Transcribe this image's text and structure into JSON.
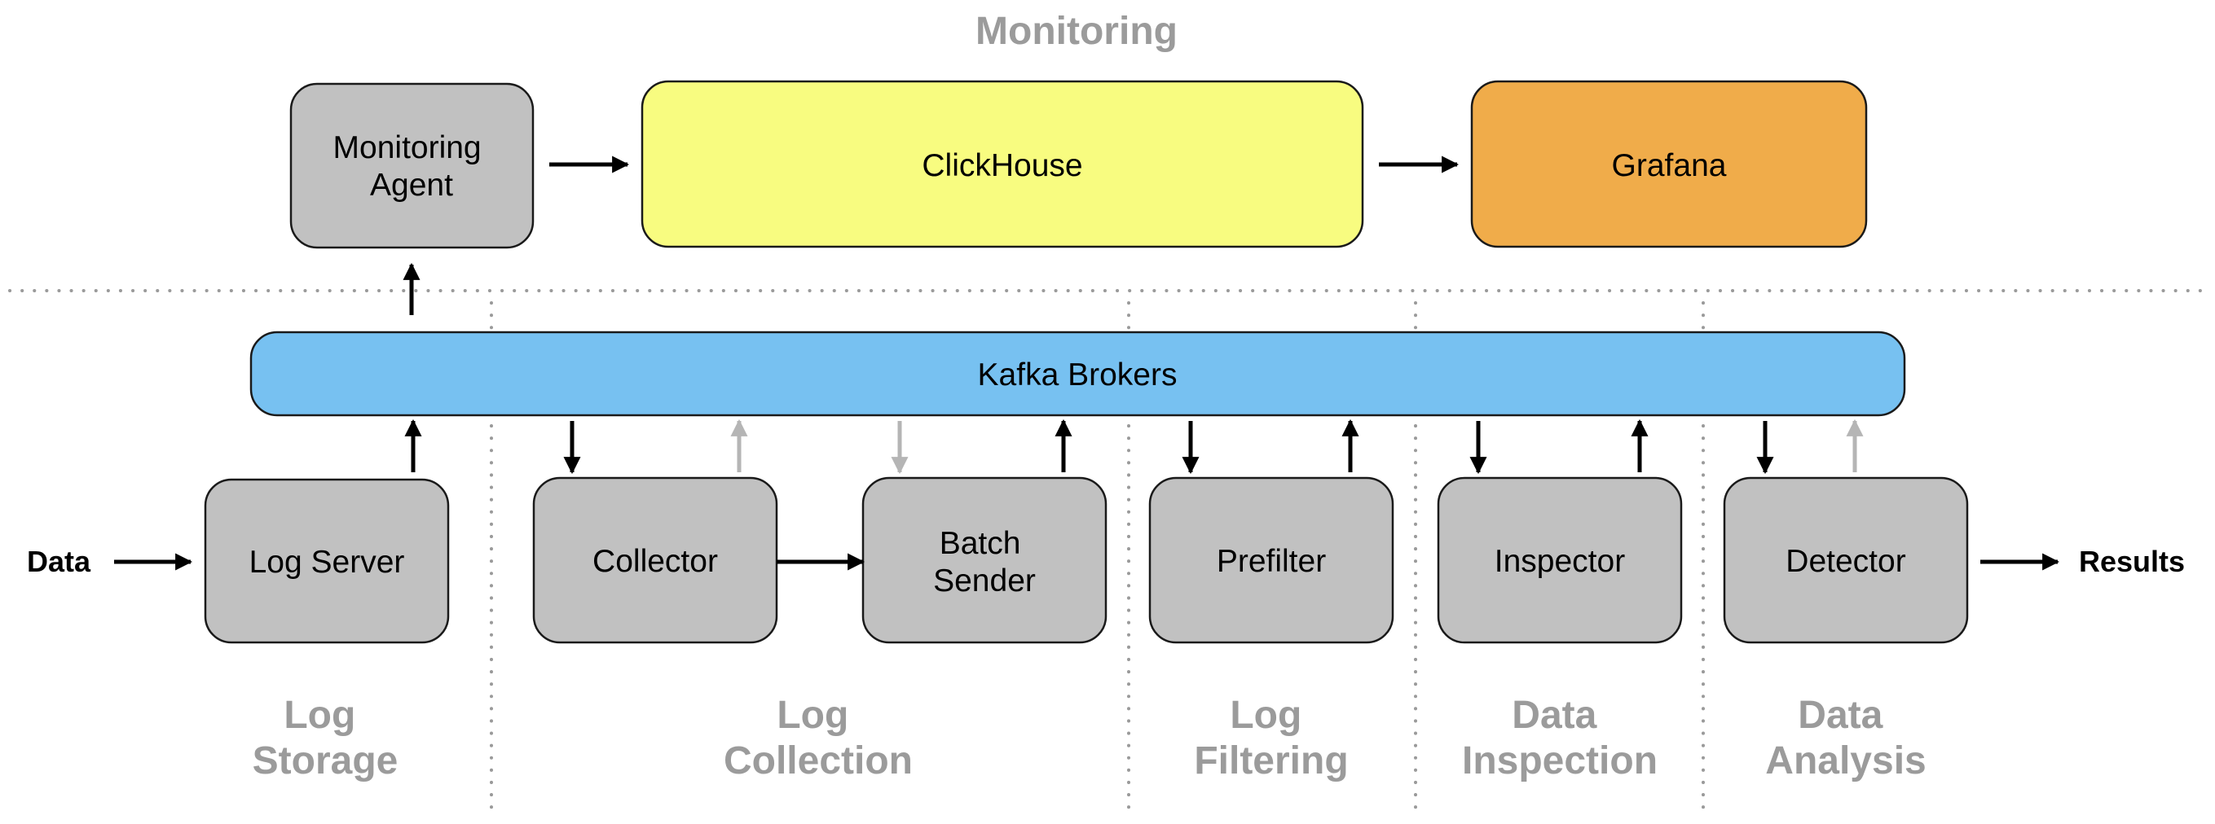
{
  "section_title": "Monitoring",
  "colors": {
    "box_grey": "#c1c1c1",
    "clickhouse": "#f8fc80",
    "grafana": "#f0ac4a",
    "kafka": "#77c1f1",
    "arrow_dark": "#000000",
    "arrow_light": "#b5b5b5",
    "label_grey": "#9b9b9b"
  },
  "nodes": {
    "monitoring_agent": [
      "Monitoring",
      "Agent"
    ],
    "clickhouse": [
      "ClickHouse"
    ],
    "grafana": [
      "Grafana"
    ],
    "kafka": [
      "Kafka Brokers"
    ],
    "log_server": [
      "Log Server"
    ],
    "collector": [
      "Collector"
    ],
    "batch_sender": [
      "Batch",
      "Sender"
    ],
    "prefilter": [
      "Prefilter"
    ],
    "inspector": [
      "Inspector"
    ],
    "detector": [
      "Detector"
    ]
  },
  "io": {
    "input": "Data",
    "output": "Results"
  },
  "stages": {
    "log_storage": [
      "Log",
      "Storage"
    ],
    "log_collection": [
      "Log",
      "Collection"
    ],
    "log_filtering": [
      "Log",
      "Filtering"
    ],
    "data_inspection": [
      "Data",
      "Inspection"
    ],
    "data_analysis": [
      "Data",
      "Analysis"
    ]
  }
}
